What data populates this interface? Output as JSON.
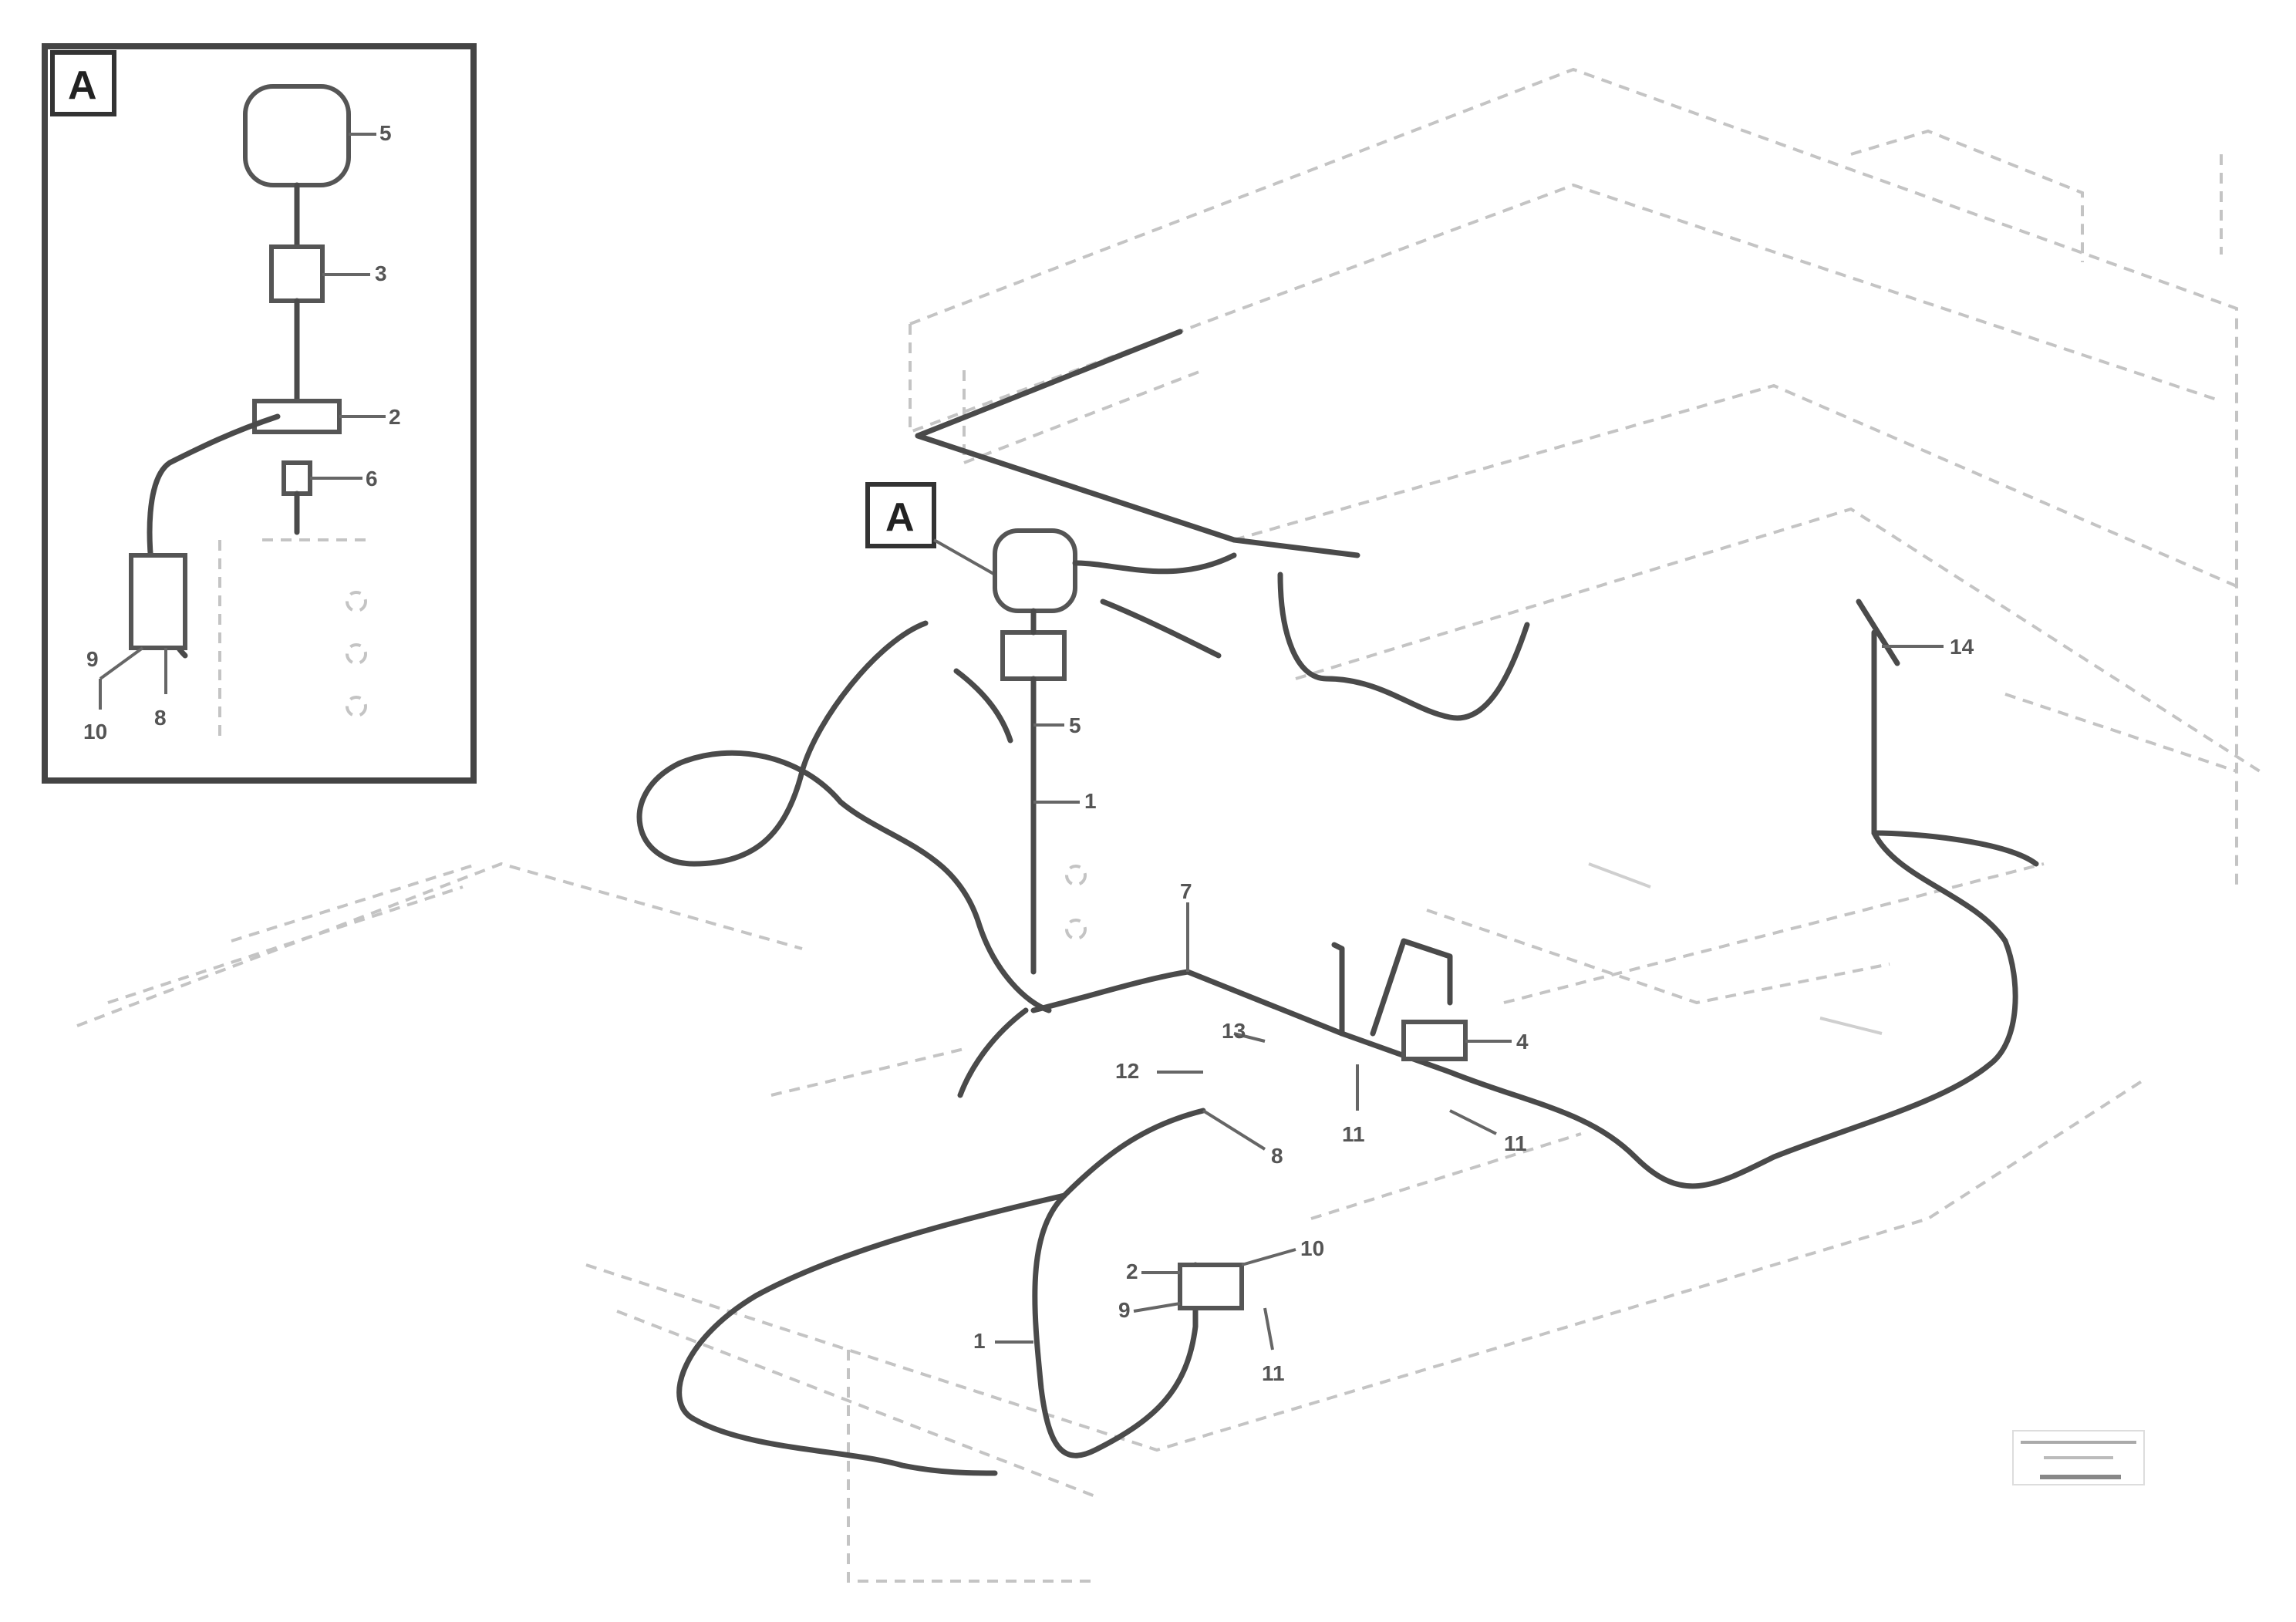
{
  "detail_view": {
    "label": "A"
  },
  "view_marker": {
    "label": "A"
  },
  "callouts": {
    "detail_5": "5",
    "detail_3": "3",
    "detail_2": "2",
    "detail_6": "6",
    "detail_9": "9",
    "detail_10": "10",
    "detail_8": "8",
    "main_14": "14",
    "main_5": "5",
    "main_1": "1",
    "main_7": "7",
    "main_13": "13",
    "main_12": "12",
    "main_4": "4",
    "main_11a": "11",
    "main_11b": "11",
    "main_8": "8",
    "main_1b": "1",
    "main_10": "10",
    "main_2": "2",
    "main_9": "9",
    "main_11c": "11"
  },
  "drawing_stamp": {
    "line1": "",
    "line2": "",
    "line3": ""
  },
  "colors": {
    "cable": "#4a4a4a",
    "ghost_frame": "#c4c4c4",
    "frame": "#444444"
  }
}
